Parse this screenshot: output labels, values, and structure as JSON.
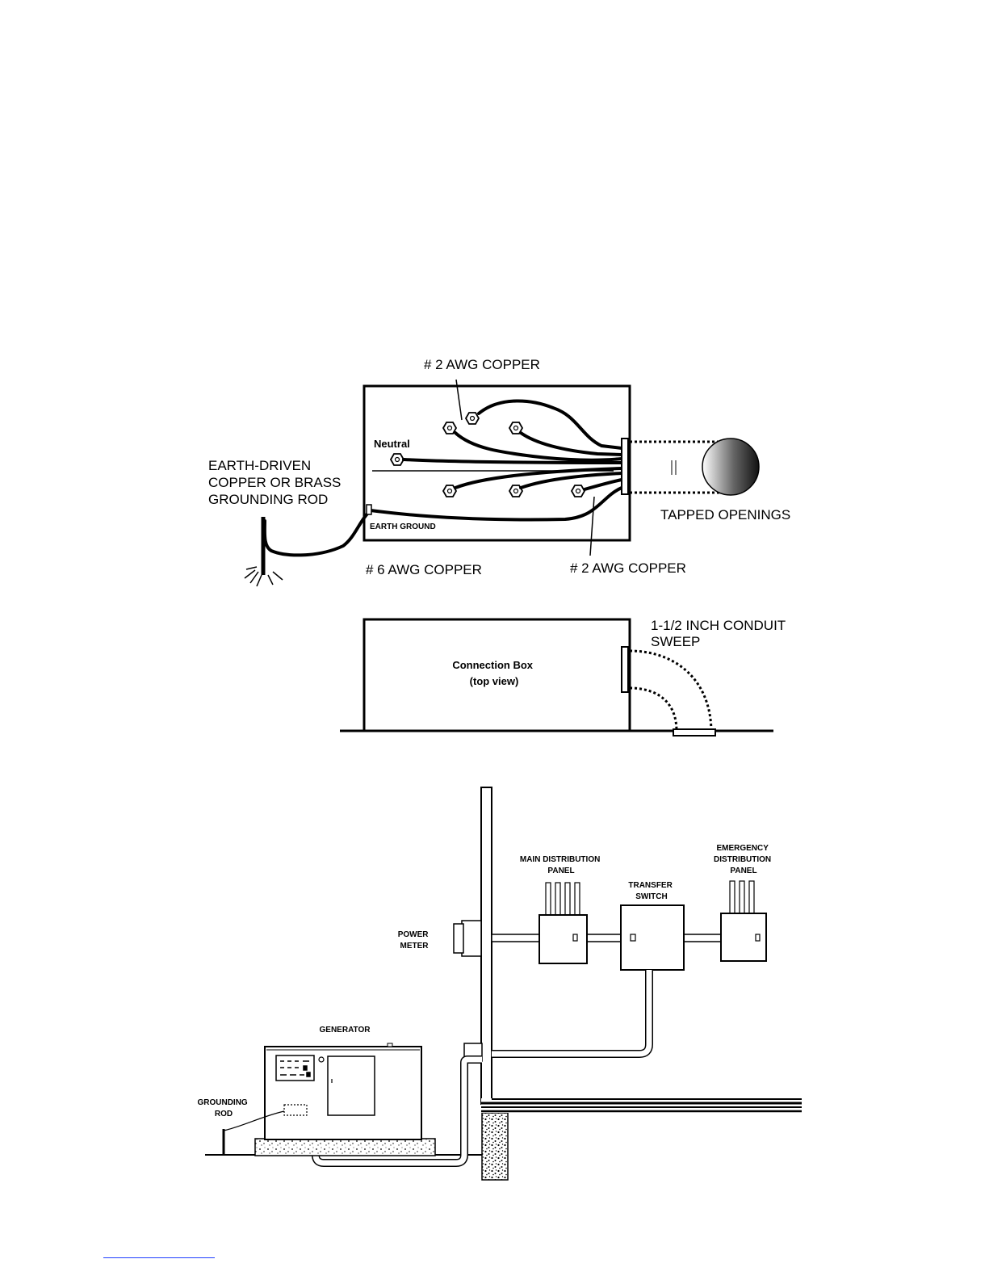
{
  "figure1": {
    "label_wire_top": "# 2 AWG COPPER",
    "label_wire_bottom": "# 2 AWG COPPER",
    "label_ground_wire": "# 6 AWG COPPER",
    "label_neutral": "Neutral",
    "label_earth_ground": "EARTH GROUND",
    "label_openings": "TAPPED OPENINGS",
    "rod_label": [
      "EARTH-DRIVEN",
      "COPPER OR BRASS",
      "GROUNDING ROD"
    ]
  },
  "figure2": {
    "box_label": [
      "Connection Box",
      "(top view)"
    ],
    "conduit_label": [
      "1-1/2 INCH CONDUIT",
      "SWEEP"
    ]
  },
  "figure3": {
    "main_panel": [
      "MAIN DISTRIBUTION",
      "PANEL"
    ],
    "transfer_switch": [
      "TRANSFER",
      "SWITCH"
    ],
    "emergency_panel": [
      "EMERGENCY",
      "DISTRIBUTION",
      "PANEL"
    ],
    "power_meter": [
      "POWER",
      "METER"
    ],
    "generator": "GENERATOR",
    "grounding_rod": [
      "GROUNDING",
      "ROD"
    ]
  }
}
